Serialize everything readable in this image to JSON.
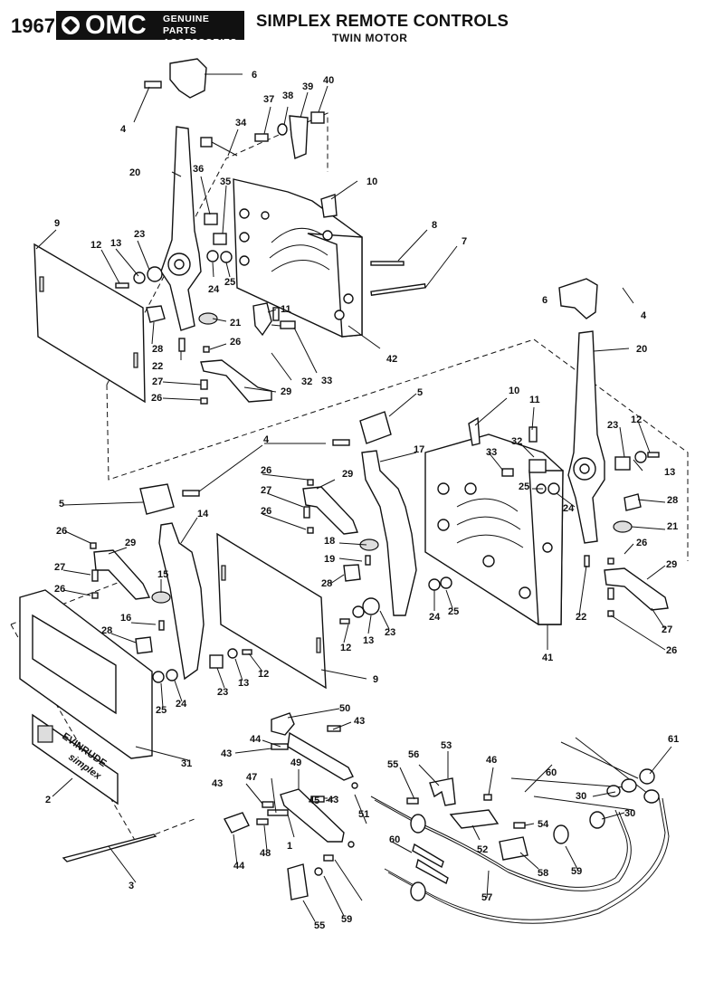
{
  "header": {
    "year": "1967",
    "brand": "OMC",
    "brand_sub_line1": "GENUINE PARTS",
    "brand_sub_line2": "ACCESSORIES",
    "title": "SIMPLEX REMOTE CONTROLS",
    "subtitle": "TWIN MOTOR"
  },
  "decal": {
    "text": "EVINRUDE",
    "script": "simplex"
  },
  "callouts": [
    "6",
    "4",
    "37",
    "38",
    "39",
    "40",
    "34",
    "20",
    "36",
    "35",
    "10",
    "9",
    "8",
    "7",
    "23",
    "13",
    "12",
    "24",
    "25",
    "21",
    "11",
    "26",
    "28",
    "22",
    "27",
    "29",
    "32",
    "33",
    "42",
    "26",
    "6",
    "4",
    "20",
    "5",
    "10",
    "11",
    "32",
    "33",
    "25",
    "23",
    "12",
    "13",
    "4",
    "17",
    "26",
    "29",
    "27",
    "26",
    "5",
    "14",
    "26",
    "29",
    "27",
    "26",
    "16",
    "15",
    "28",
    "18",
    "19",
    "28",
    "24",
    "21",
    "26",
    "29",
    "28",
    "25",
    "24",
    "23",
    "13",
    "12",
    "12",
    "13",
    "23",
    "24",
    "25",
    "22",
    "41",
    "27",
    "26",
    "9",
    "31",
    "2",
    "3",
    "50",
    "43",
    "44",
    "43",
    "49",
    "47",
    "43",
    "45",
    "43",
    "48",
    "44",
    "1",
    "55",
    "56",
    "53",
    "46",
    "51",
    "54",
    "52",
    "58",
    "60",
    "61",
    "60",
    "30",
    "30",
    "59",
    "57",
    "55",
    "59"
  ]
}
